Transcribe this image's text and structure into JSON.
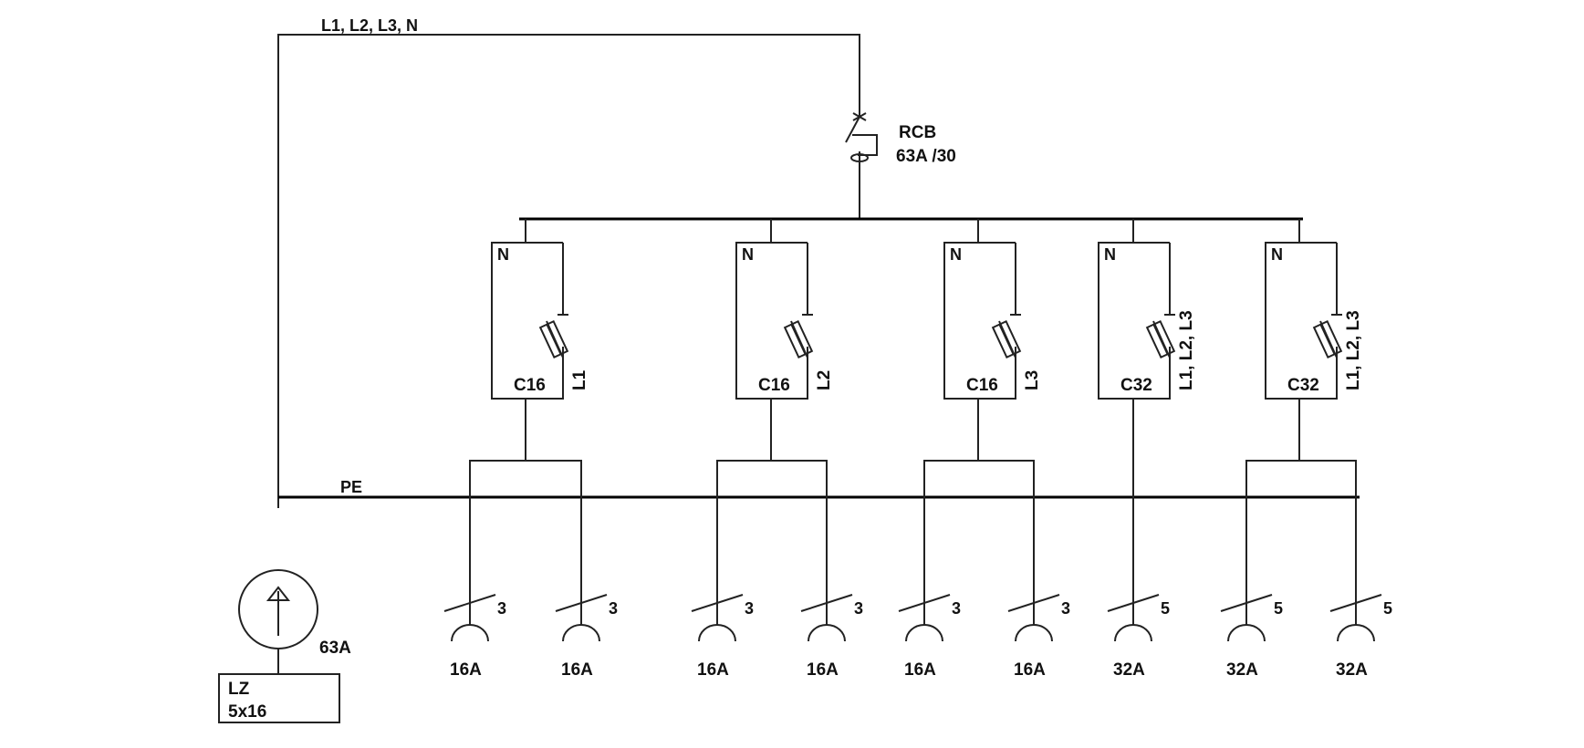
{
  "supply": {
    "feed_label": "L1, L2, L3, N",
    "meter_rating": "63A",
    "lz_name": "LZ",
    "lz_size": "5x16",
    "meter_icon": "arrow-up-in-circle"
  },
  "rcb": {
    "name": "RCB",
    "rating": "63A /30"
  },
  "pe_label": "PE",
  "neutral_label": "N",
  "breakers": [
    {
      "rating": "C16",
      "phase": "L1"
    },
    {
      "rating": "C16",
      "phase": "L2"
    },
    {
      "rating": "C16",
      "phase": "L3"
    },
    {
      "rating": "C32",
      "phase": "L1, L2, L3"
    },
    {
      "rating": "C32",
      "phase": "L1, L2, L3"
    }
  ],
  "outlets": [
    {
      "poles": "3",
      "rating": "16A"
    },
    {
      "poles": "3",
      "rating": "16A"
    },
    {
      "poles": "3",
      "rating": "16A"
    },
    {
      "poles": "3",
      "rating": "16A"
    },
    {
      "poles": "3",
      "rating": "16A"
    },
    {
      "poles": "3",
      "rating": "16A"
    },
    {
      "poles": "5",
      "rating": "32A"
    },
    {
      "poles": "5",
      "rating": "32A"
    },
    {
      "poles": "5",
      "rating": "32A"
    }
  ]
}
